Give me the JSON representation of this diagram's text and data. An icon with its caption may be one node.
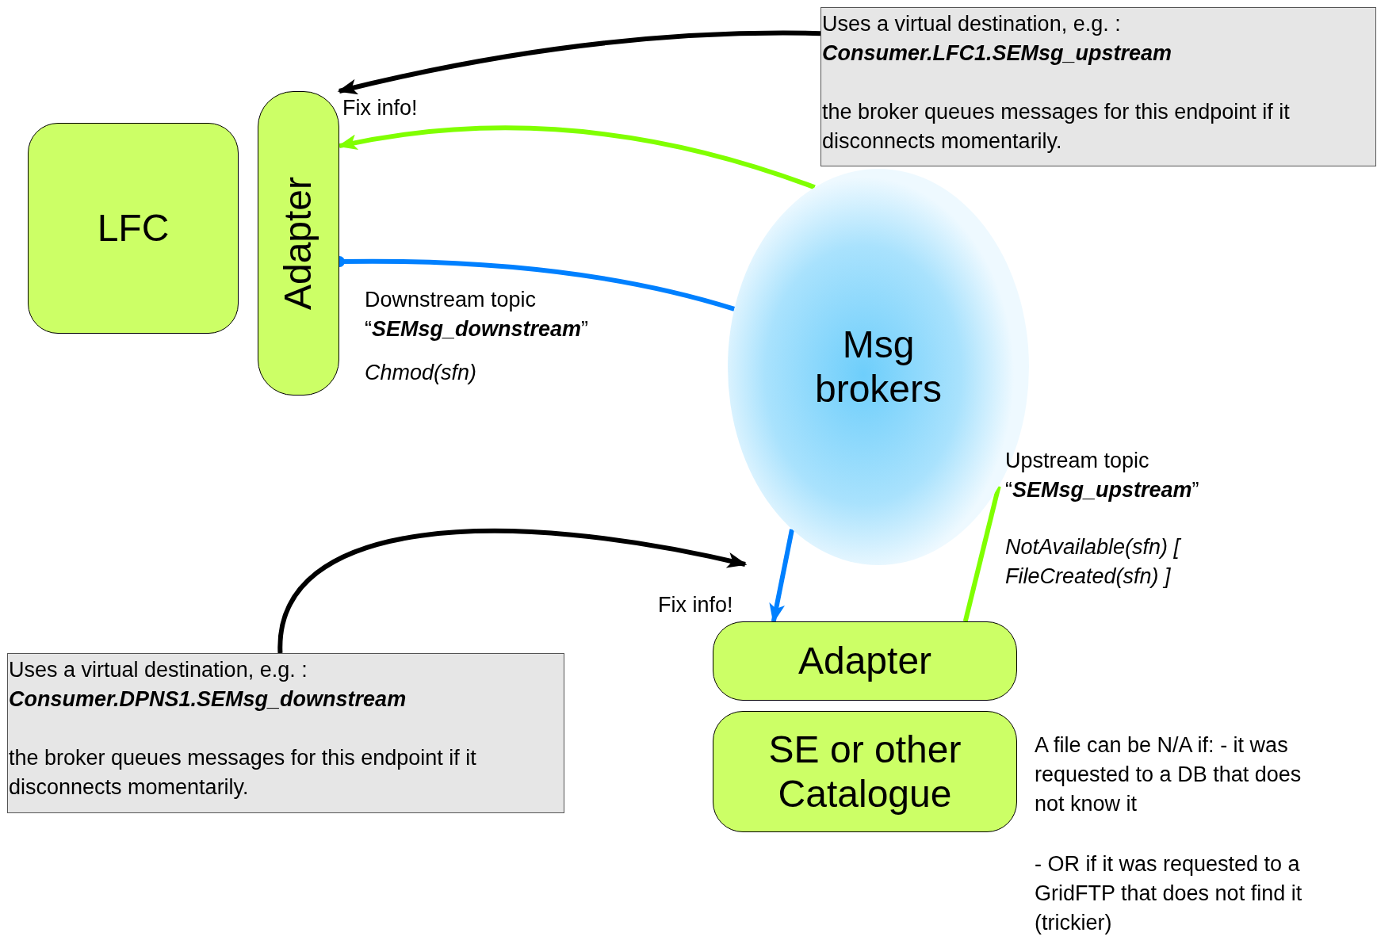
{
  "diagram": {
    "nodes": [
      {
        "text": [
          "LFC"
        ]
      },
      {
        "text": [
          "Adapter"
        ]
      },
      {
        "text": [
          "Uses a virtual destination, e.g. :",
          "Consumer.LFC1.SEMsg_upstream",
          "the broker queues messages for this endpoint if it disconnects momentarily."
        ]
      },
      {
        "text": [
          "Msg brokers"
        ]
      },
      {
        "text": [
          "Adapter"
        ]
      },
      {
        "text": [
          "SE or other Catalogue"
        ]
      },
      {
        "text": [
          "Uses a virtual destination, e.g. :",
          "Consumer.DPNS1.SEMsg_downstream",
          "the broker queues messages for this endpoint if it disconnects momentarily."
        ]
      }
    ],
    "edges": [
      {
        "from": 2,
        "to": 1,
        "arrow": "to",
        "label": "Fix info!",
        "color": "#000000"
      },
      {
        "from": 3,
        "to": 1,
        "arrow": "to",
        "color": "#80ff00"
      },
      {
        "from": 3,
        "to": 1,
        "arrow": "other",
        "label": "Downstream topic “**SEMsg_downstream**”",
        "color": "#0080ff"
      },
      {
        "from": 3,
        "to": 4,
        "arrow": "to",
        "color": "#0080ff"
      },
      {
        "from": 4,
        "to": 3,
        "arrow": "none",
        "label": "Upstream topic “**SEMsg_upstream**”",
        "color": "#80ff00"
      },
      {
        "from": 6,
        "to": null,
        "arrow": "to",
        "label": "Fix info!",
        "color": "#000000"
      }
    ],
    "labels": [
      "Chmod(sfn)",
      "NotAvailable(sfn) [ FileCreated(sfn) ]",
      "A file can be N/A if: - it was requested to a DB that does not know it",
      "- OR if it was requested to a GridFTP that does not find it (trickier)"
    ]
  }
}
